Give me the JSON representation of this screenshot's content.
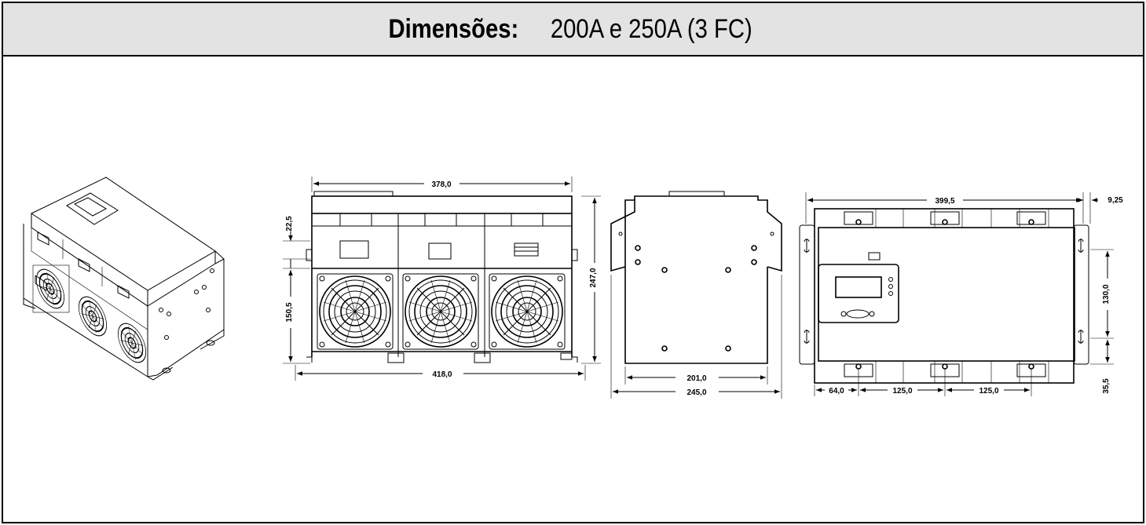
{
  "header": {
    "title_bold": "Dimensões:",
    "title_rest": "200A e 250A (3 FC)"
  },
  "dimensions": {
    "front_width_top": "378,0",
    "front_width_bottom": "418,0",
    "front_height_upper": "22,5",
    "front_height_lower": "150,5",
    "front_total_height": "247,0",
    "side_width_inner": "201,0",
    "side_width_outer": "245,0",
    "back_width": "399,5",
    "back_offset_right": "9,25",
    "back_hole_spacing_v": "130,0",
    "back_bottom_offset": "35,5",
    "back_spacing_first": "64,0",
    "back_spacing_second": "125,0",
    "back_spacing_third": "125,0"
  },
  "colors": {
    "header_bg": "#e3e3e3",
    "line": "#000000"
  }
}
